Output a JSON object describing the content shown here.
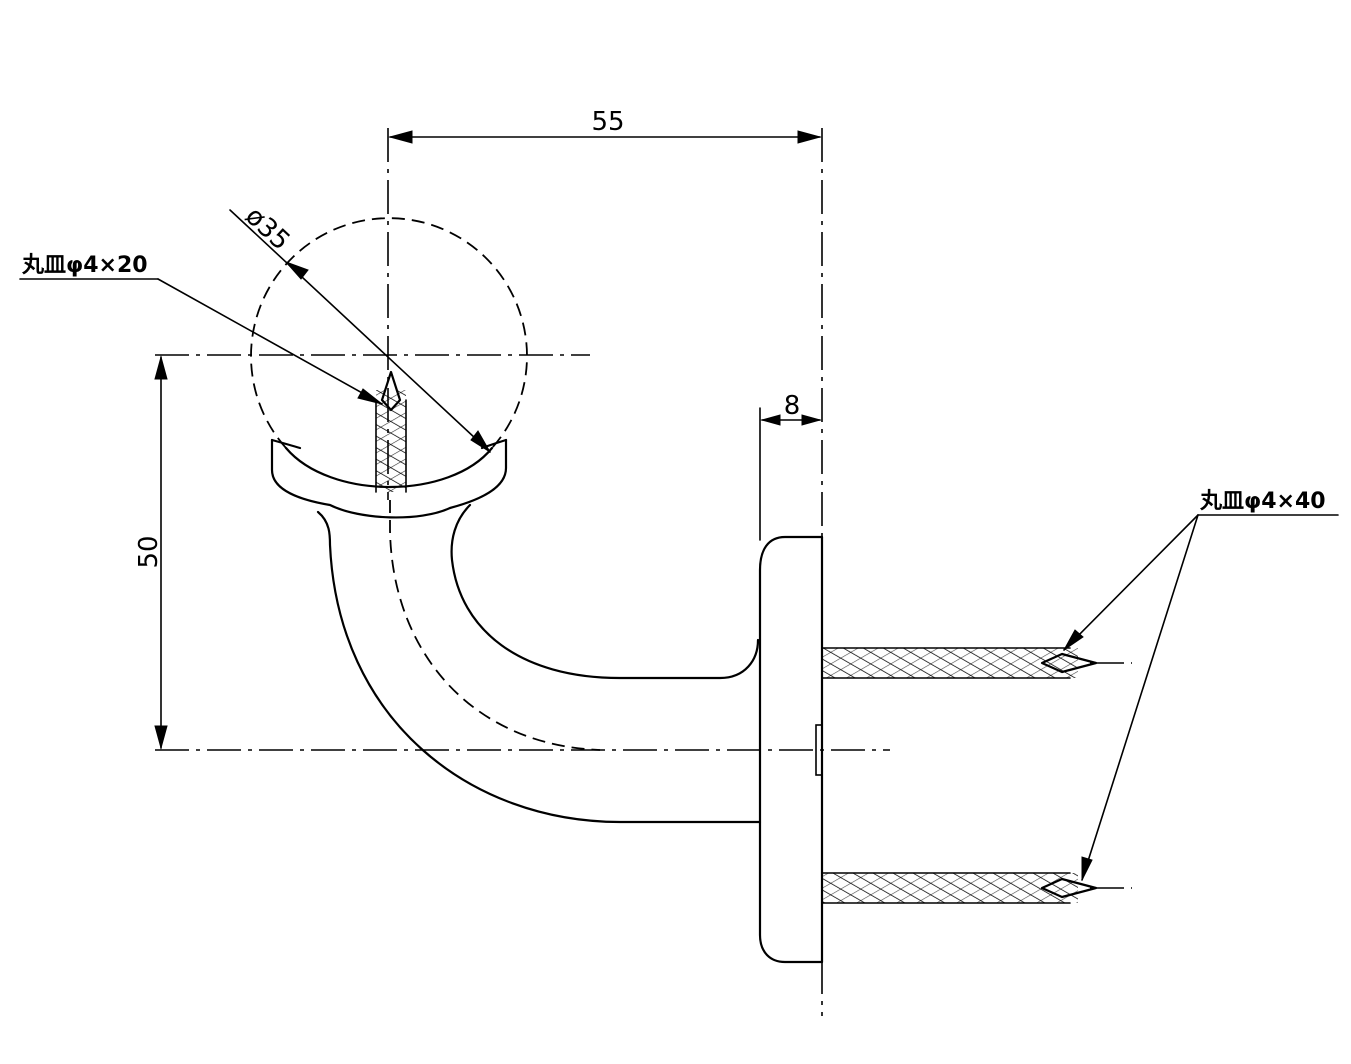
{
  "dimensions": {
    "width_dim": "55",
    "diameter_dim": "ø35",
    "flange_dim": "8",
    "height_dim": "50"
  },
  "callouts": {
    "small_screw": "丸皿φ4×20",
    "large_screw": "丸皿φ4×40"
  }
}
